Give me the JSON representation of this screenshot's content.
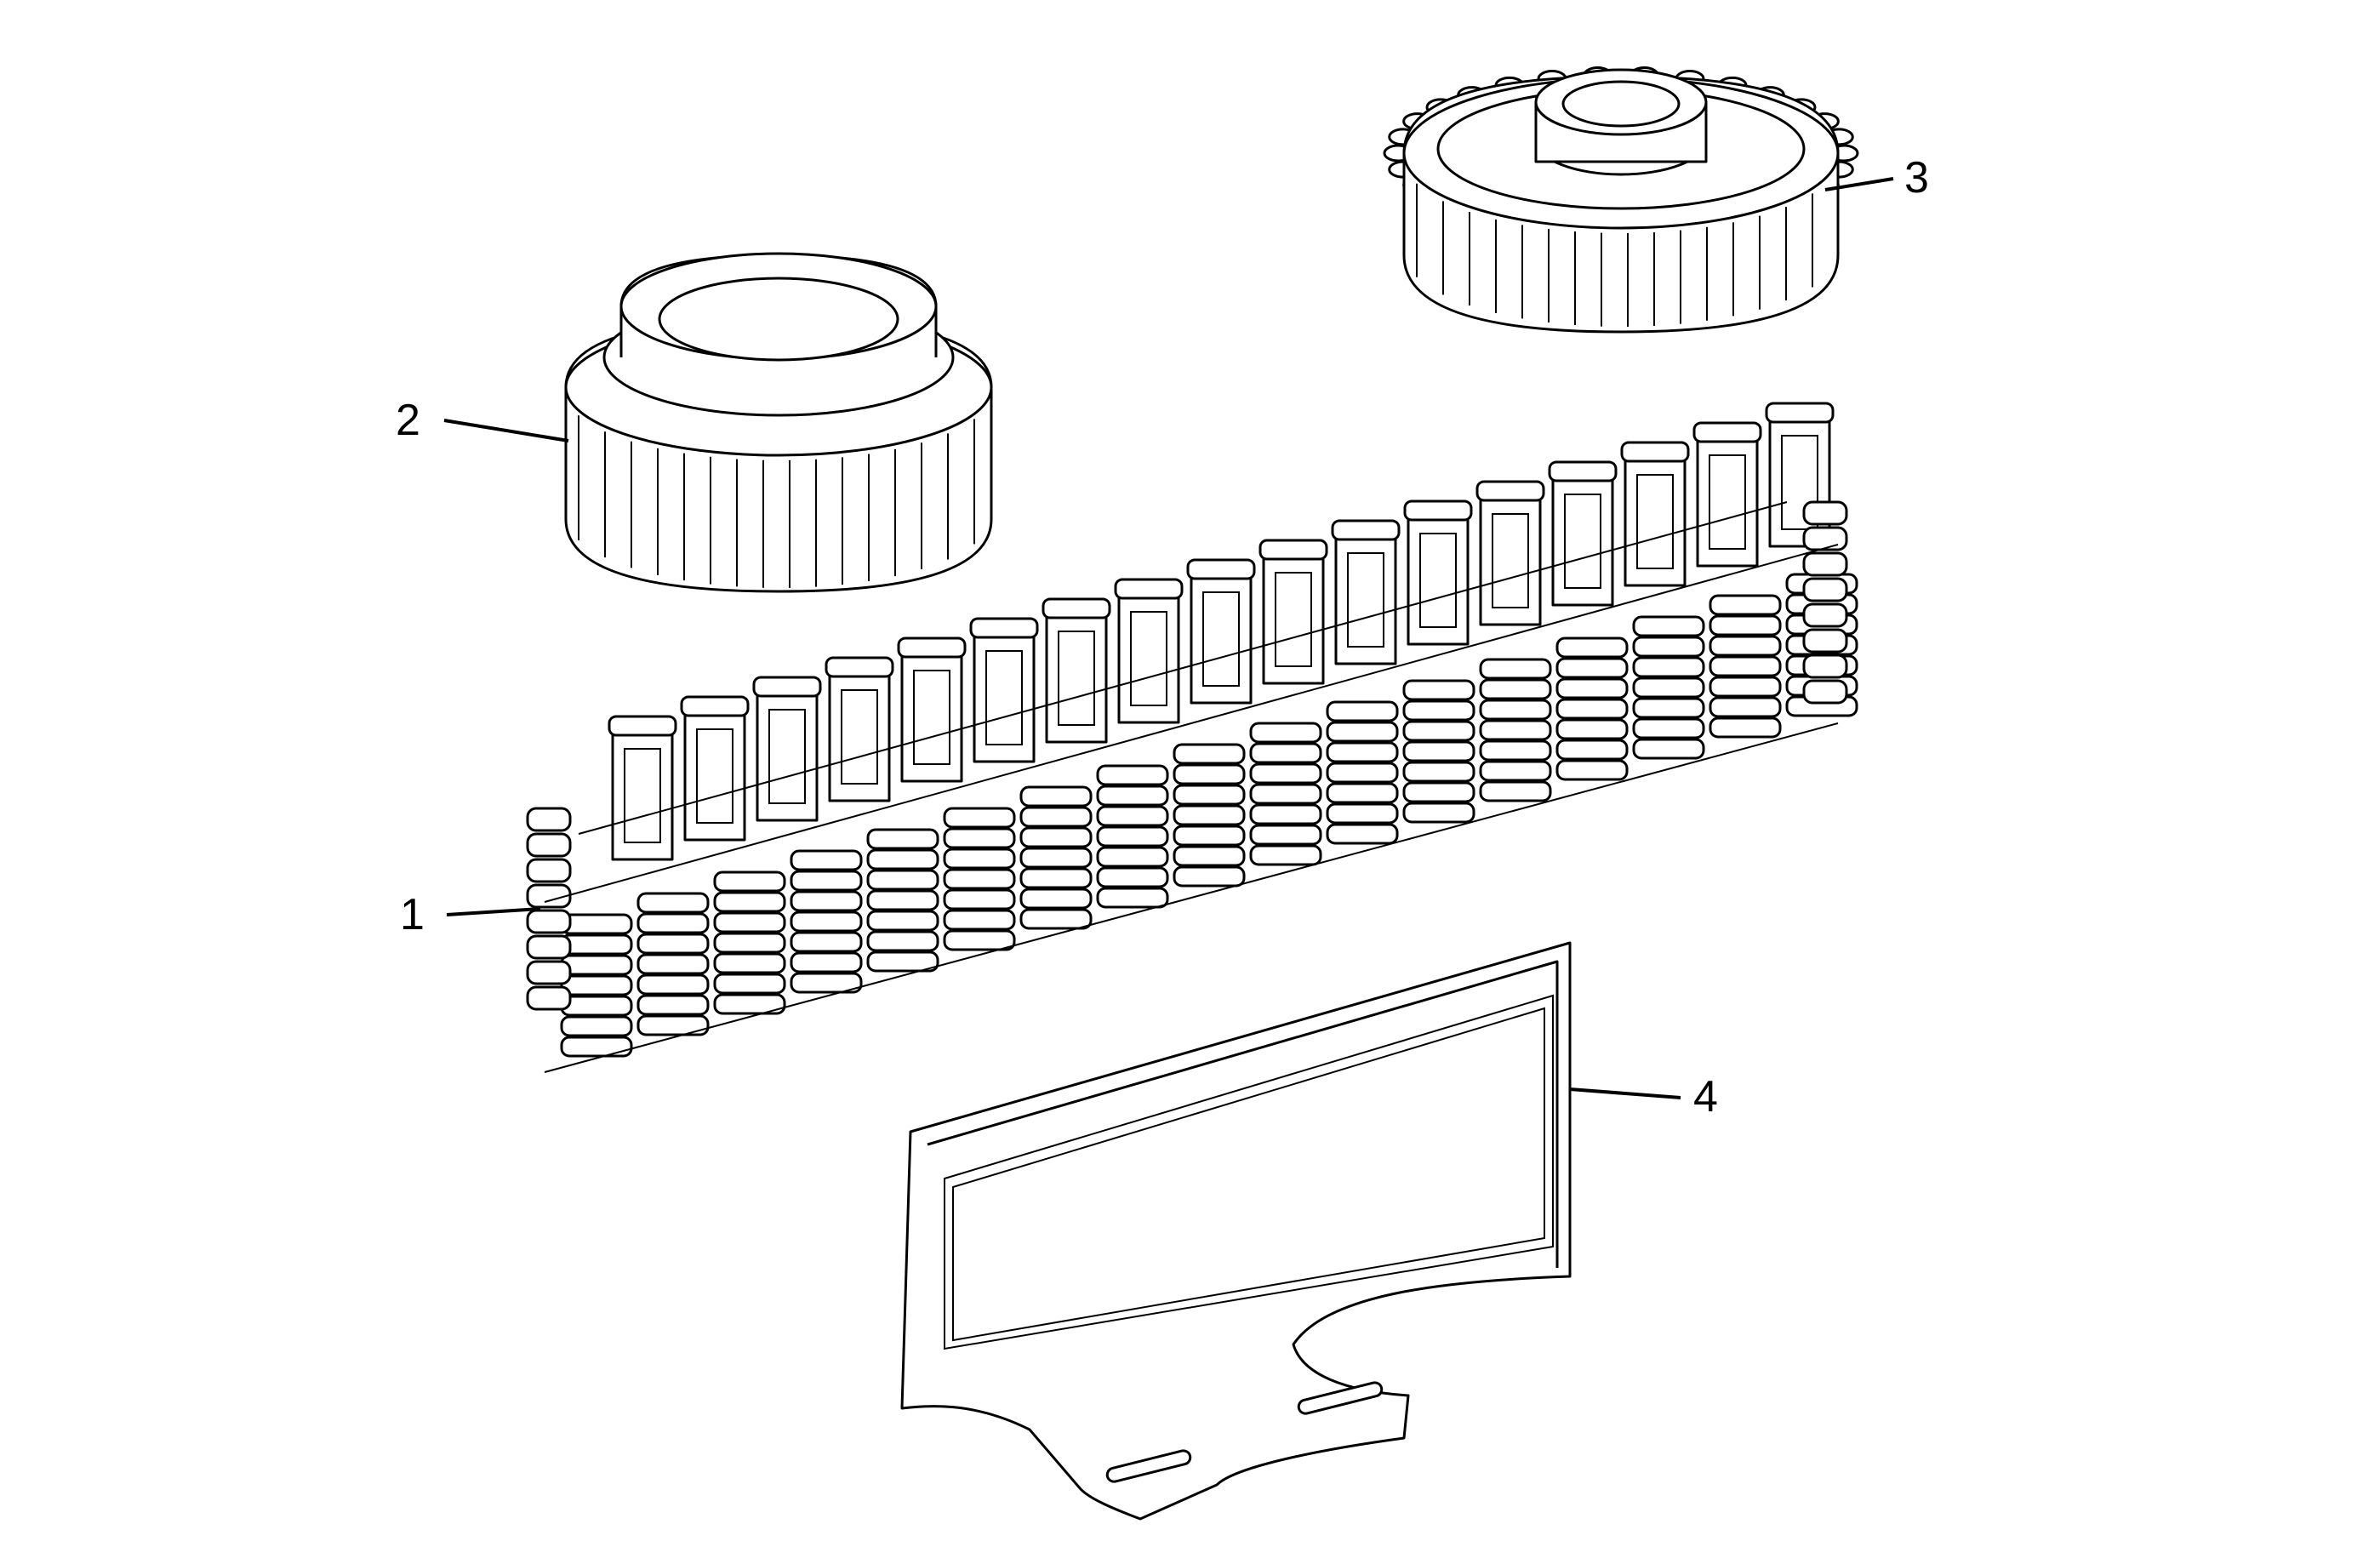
{
  "diagram": {
    "callouts": [
      {
        "id": "1",
        "label": "1",
        "part": "chain"
      },
      {
        "id": "2",
        "label": "2",
        "part": "drive-sprocket"
      },
      {
        "id": "3",
        "label": "3",
        "part": "driven-sprocket"
      },
      {
        "id": "4",
        "label": "4",
        "part": "chain-guide-plate"
      }
    ]
  }
}
